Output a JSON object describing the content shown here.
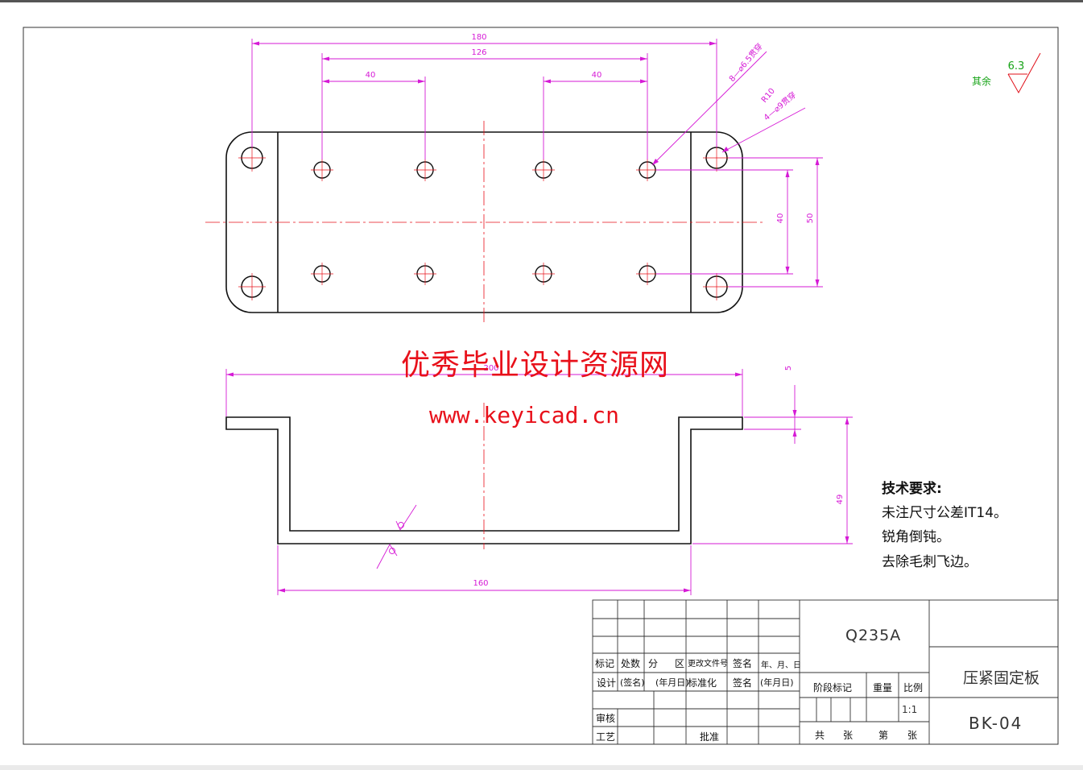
{
  "watermark": {
    "title": "优秀毕业设计资源网",
    "url": "www.keyicad.cn"
  },
  "roughness": {
    "prefix": "其余",
    "value": "6.3"
  },
  "top_view": {
    "dims": {
      "overall": "180",
      "inner": "126",
      "left_pitch": "40",
      "right_pitch": "40",
      "height_inner": "40",
      "height_outer": "50"
    },
    "callouts": {
      "holes_small": "8—⌀6.5贯穿",
      "radius": "R10",
      "holes_large": "4—⌀9贯穿"
    }
  },
  "front_view": {
    "dims": {
      "overall": "200",
      "thickness": "5",
      "height": "49",
      "bottom": "160"
    }
  },
  "tech_requirements": {
    "title": "技术要求:",
    "items": [
      "未注尺寸公差IT14。",
      "锐角倒钝。",
      "去除毛刺飞边。"
    ]
  },
  "title_block": {
    "material": "Q235A",
    "part_name": "压紧固定板",
    "drawing_no": "BK-04",
    "row_headers": [
      "标记",
      "处数",
      "分",
      "区",
      "更改文件号",
      "签名",
      "年、月、日"
    ],
    "design_row": [
      "设计",
      "(签名)",
      "(年月日)",
      "标准化",
      "签名",
      "(年月日)"
    ],
    "review": "审核",
    "process": "工艺",
    "approve": "批准",
    "stage_mark": "阶段标记",
    "weight": "重量",
    "scale_label": "比例",
    "scale_value": "1:1",
    "total": "共",
    "sheets": "张",
    "sheet_no": "第",
    "sheets2": "张"
  },
  "colors": {
    "outline": "#111111",
    "dimension": "#d61ad6",
    "centerline": "#e8101a",
    "roughness": "#e0101a",
    "roughness_value": "#16a316"
  }
}
